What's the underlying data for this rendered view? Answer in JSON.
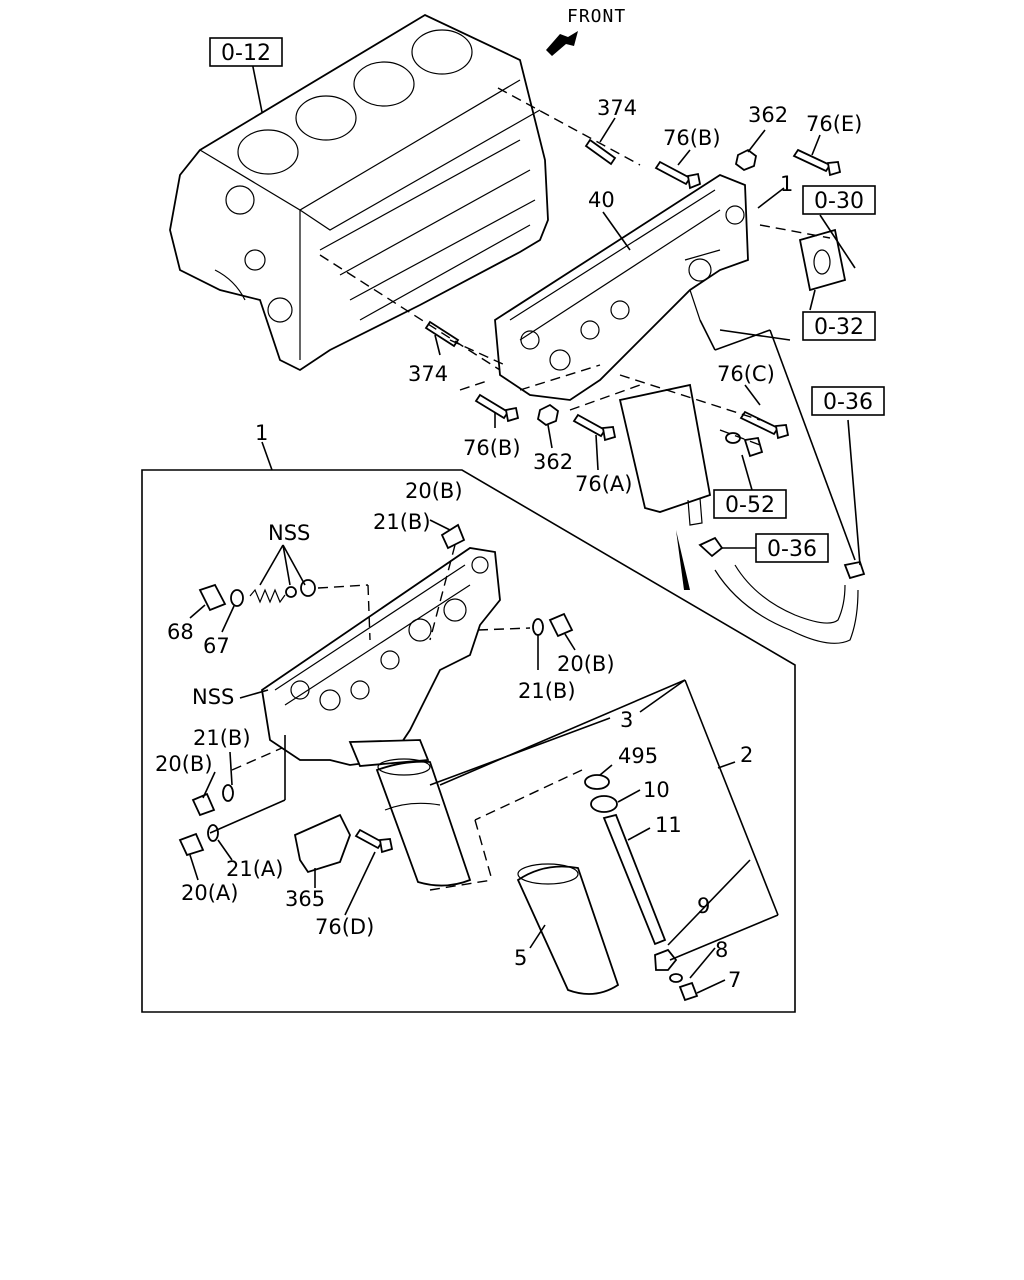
{
  "front_label": "FRONT",
  "refs": {
    "r012": "0-12",
    "r030": "0-30",
    "r032": "0-32",
    "r036a": "0-36",
    "r036b": "0-36",
    "r052": "0-52"
  },
  "labels": {
    "p374_top": "374",
    "p76b_top": "76(B)",
    "p362_top": "362",
    "p76e": "76(E)",
    "p1_top": "1",
    "p40": "40",
    "p374_bot": "374",
    "p76c": "76(C)",
    "p76b_bot": "76(B)",
    "p362_bot": "362",
    "p76a": "76(A)",
    "p1_main": "1",
    "p20b_a": "20(B)",
    "p21b_a": "21(B)",
    "nss_top": "NSS",
    "p68": "68",
    "p67": "67",
    "nss_left": "NSS",
    "p20b_b": "20(B)",
    "p21b_b": "21(B)",
    "p3": "3",
    "p2": "2",
    "p495": "495",
    "p10": "10",
    "p11": "11",
    "p21b_c": "21(B)",
    "p20b_c": "20(B)",
    "p21a": "21(A)",
    "p20a": "20(A)",
    "p365": "365",
    "p76d": "76(D)",
    "p9": "9",
    "p5": "5",
    "p8": "8",
    "p7": "7"
  }
}
